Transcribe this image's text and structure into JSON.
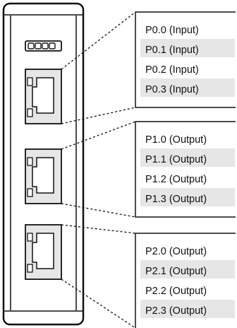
{
  "colors": {
    "outline": "#111111",
    "port_fill": "#e6e6e6",
    "row_shade": "#e6e6e6",
    "background": "#ffffff"
  },
  "device": {
    "icon": "io-module-device-icon",
    "indicator": "status-led-strip-icon",
    "connector_icon": "rj45-port-icon"
  },
  "groups": [
    {
      "port": "port-0",
      "rows": [
        "P0.0 (Input)",
        "P0.1 (Input)",
        "P0.2 (Input)",
        "P0.3 (Input)"
      ]
    },
    {
      "port": "port-1",
      "rows": [
        "P1.0 (Output)",
        "P1.1 (Output)",
        "P1.2 (Output)",
        "P1.3 (Output)"
      ]
    },
    {
      "port": "port-2",
      "rows": [
        "P2.0 (Output)",
        "P2.1 (Output)",
        "P2.2 (Output)",
        "P2.3 (Output)"
      ]
    }
  ]
}
